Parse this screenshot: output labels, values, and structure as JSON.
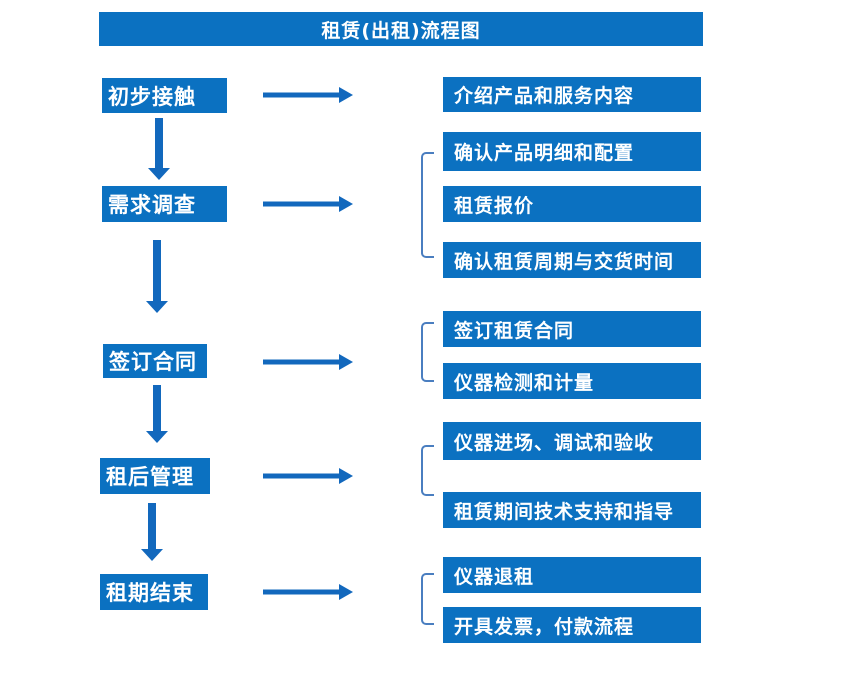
{
  "title": "租赁(出租)流程图",
  "colors": {
    "primary": "#0b71c1",
    "arrow": "#1268bd",
    "bracket": "#4a7ec0",
    "text": "#ffffff",
    "background": "#ffffff"
  },
  "steps": [
    {
      "label": "初步接触",
      "details": [
        "介绍产品和服务内容"
      ]
    },
    {
      "label": "需求调查",
      "details": [
        "确认产品明细和配置",
        "租赁报价",
        "确认租赁周期与交货时间"
      ]
    },
    {
      "label": "签订合同",
      "details": [
        "签订租赁合同",
        "仪器检测和计量"
      ]
    },
    {
      "label": "租后管理",
      "details": [
        "仪器进场、调试和验收",
        "租赁期间技术支持和指导"
      ]
    },
    {
      "label": "租期结束",
      "details": [
        "仪器退租",
        "开具发票，付款流程"
      ]
    }
  ]
}
